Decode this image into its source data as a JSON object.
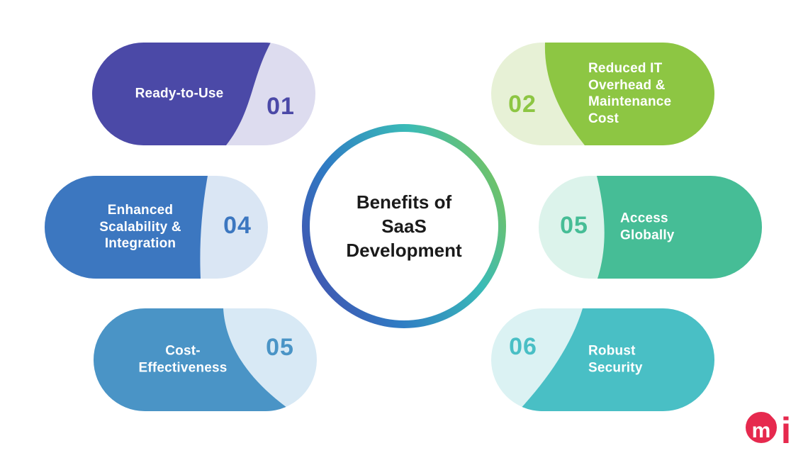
{
  "center": {
    "title": "Benefits of\nSaaS\nDevelopment",
    "gradient": [
      "#4845A8",
      "#2F7CC4",
      "#3ABBB7",
      "#8CC63F"
    ],
    "text_color": "#1a1a1a"
  },
  "items": [
    {
      "number": "01",
      "label": "Ready-to-Use",
      "main_color": "#4B49A7",
      "light_color": "#DDDCEF"
    },
    {
      "number": "02",
      "label": "Reduced IT\nOverhead &\nMaintenance\nCost",
      "main_color": "#8DC643",
      "light_color": "#E7F1D6"
    },
    {
      "number": "04",
      "label": "Enhanced\nScalability &\nIntegration",
      "main_color": "#3C77C0",
      "light_color": "#DAE6F4"
    },
    {
      "number": "05",
      "label": "Access\nGlobally",
      "main_color": "#46BD96",
      "light_color": "#DCF3EB"
    },
    {
      "number": "05",
      "label": "Cost-\nEffectiveness",
      "main_color": "#4A94C6",
      "light_color": "#D8E9F5"
    },
    {
      "number": "06",
      "label": "Robust\nSecurity",
      "main_color": "#49BFC5",
      "light_color": "#DBF2F3"
    }
  ],
  "logo": {
    "circle_letter": "m",
    "suffix_letter": "i",
    "color": "#E6294E"
  }
}
